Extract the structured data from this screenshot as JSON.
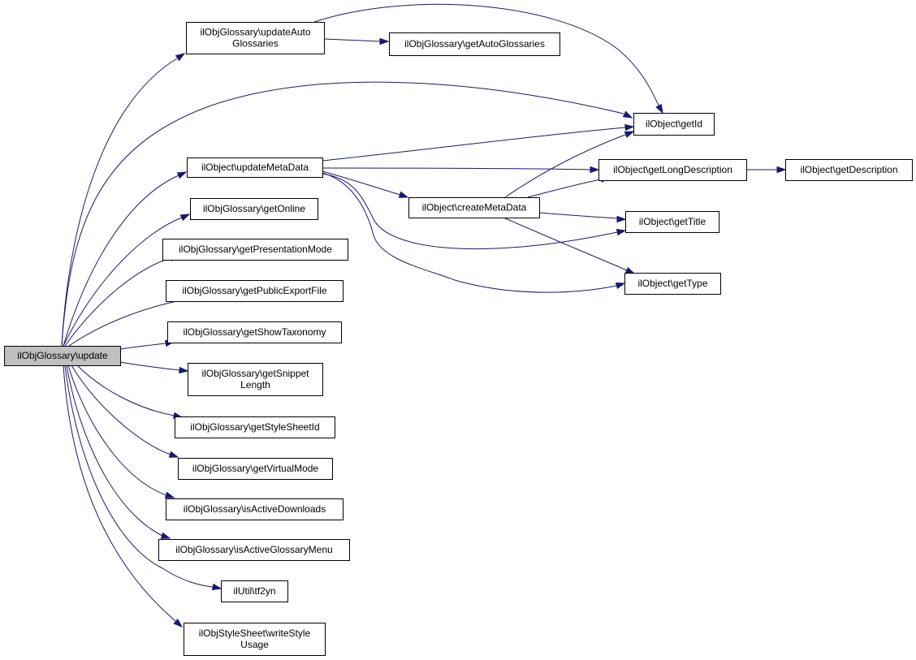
{
  "diagram": {
    "type": "call-graph",
    "edge_color": "#191970",
    "focus_fill": "#bfbfbf",
    "nodes": [
      {
        "id": "update",
        "lines": [
          "ilObjGlossary\\update"
        ],
        "focus": true
      },
      {
        "id": "updateAutoGlossaries",
        "lines": [
          "ilObjGlossary\\updateAuto",
          "Glossaries"
        ]
      },
      {
        "id": "getAutoGlossaries",
        "lines": [
          "ilObjGlossary\\getAutoGlossaries"
        ]
      },
      {
        "id": "getId",
        "lines": [
          "ilObject\\getId"
        ]
      },
      {
        "id": "updateMetaData",
        "lines": [
          "ilObject\\updateMetaData"
        ]
      },
      {
        "id": "getLongDescription",
        "lines": [
          "ilObject\\getLongDescription"
        ]
      },
      {
        "id": "getDescription",
        "lines": [
          "ilObject\\getDescription"
        ]
      },
      {
        "id": "createMetaData",
        "lines": [
          "ilObject\\createMetaData"
        ]
      },
      {
        "id": "getTitle",
        "lines": [
          "ilObject\\getTitle"
        ]
      },
      {
        "id": "getType",
        "lines": [
          "ilObject\\getType"
        ]
      },
      {
        "id": "getOnline",
        "lines": [
          "ilObjGlossary\\getOnline"
        ]
      },
      {
        "id": "getPresentationMode",
        "lines": [
          "ilObjGlossary\\getPresentationMode"
        ]
      },
      {
        "id": "getPublicExportFile",
        "lines": [
          "ilObjGlossary\\getPublicExportFile"
        ]
      },
      {
        "id": "getShowTaxonomy",
        "lines": [
          "ilObjGlossary\\getShowTaxonomy"
        ]
      },
      {
        "id": "getSnippetLength",
        "lines": [
          "ilObjGlossary\\getSnippet",
          "Length"
        ]
      },
      {
        "id": "getStyleSheetId",
        "lines": [
          "ilObjGlossary\\getStyleSheetId"
        ]
      },
      {
        "id": "getVirtualMode",
        "lines": [
          "ilObjGlossary\\getVirtualMode"
        ]
      },
      {
        "id": "isActiveDownloads",
        "lines": [
          "ilObjGlossary\\isActiveDownloads"
        ]
      },
      {
        "id": "isActiveGlossaryMenu",
        "lines": [
          "ilObjGlossary\\isActiveGlossaryMenu"
        ]
      },
      {
        "id": "tf2yn",
        "lines": [
          "ilUtil\\tf2yn"
        ]
      },
      {
        "id": "writeStyleUsage",
        "lines": [
          "ilObjStyleSheet\\writeStyle",
          "Usage"
        ]
      }
    ],
    "edges": [
      {
        "from": "update",
        "to": "updateAutoGlossaries"
      },
      {
        "from": "update",
        "to": "getId"
      },
      {
        "from": "update",
        "to": "updateMetaData"
      },
      {
        "from": "update",
        "to": "getOnline"
      },
      {
        "from": "update",
        "to": "getPresentationMode"
      },
      {
        "from": "update",
        "to": "getPublicExportFile"
      },
      {
        "from": "update",
        "to": "getShowTaxonomy"
      },
      {
        "from": "update",
        "to": "getSnippetLength"
      },
      {
        "from": "update",
        "to": "getStyleSheetId"
      },
      {
        "from": "update",
        "to": "getVirtualMode"
      },
      {
        "from": "update",
        "to": "isActiveDownloads"
      },
      {
        "from": "update",
        "to": "isActiveGlossaryMenu"
      },
      {
        "from": "update",
        "to": "tf2yn"
      },
      {
        "from": "update",
        "to": "writeStyleUsage"
      },
      {
        "from": "updateAutoGlossaries",
        "to": "getAutoGlossaries"
      },
      {
        "from": "updateAutoGlossaries",
        "to": "getId"
      },
      {
        "from": "updateMetaData",
        "to": "getId"
      },
      {
        "from": "updateMetaData",
        "to": "getLongDescription"
      },
      {
        "from": "updateMetaData",
        "to": "createMetaData"
      },
      {
        "from": "updateMetaData",
        "to": "getTitle"
      },
      {
        "from": "updateMetaData",
        "to": "getType"
      },
      {
        "from": "createMetaData",
        "to": "getId"
      },
      {
        "from": "createMetaData",
        "to": "getLongDescription"
      },
      {
        "from": "createMetaData",
        "to": "getTitle"
      },
      {
        "from": "createMetaData",
        "to": "getType"
      },
      {
        "from": "getLongDescription",
        "to": "getDescription"
      }
    ]
  }
}
